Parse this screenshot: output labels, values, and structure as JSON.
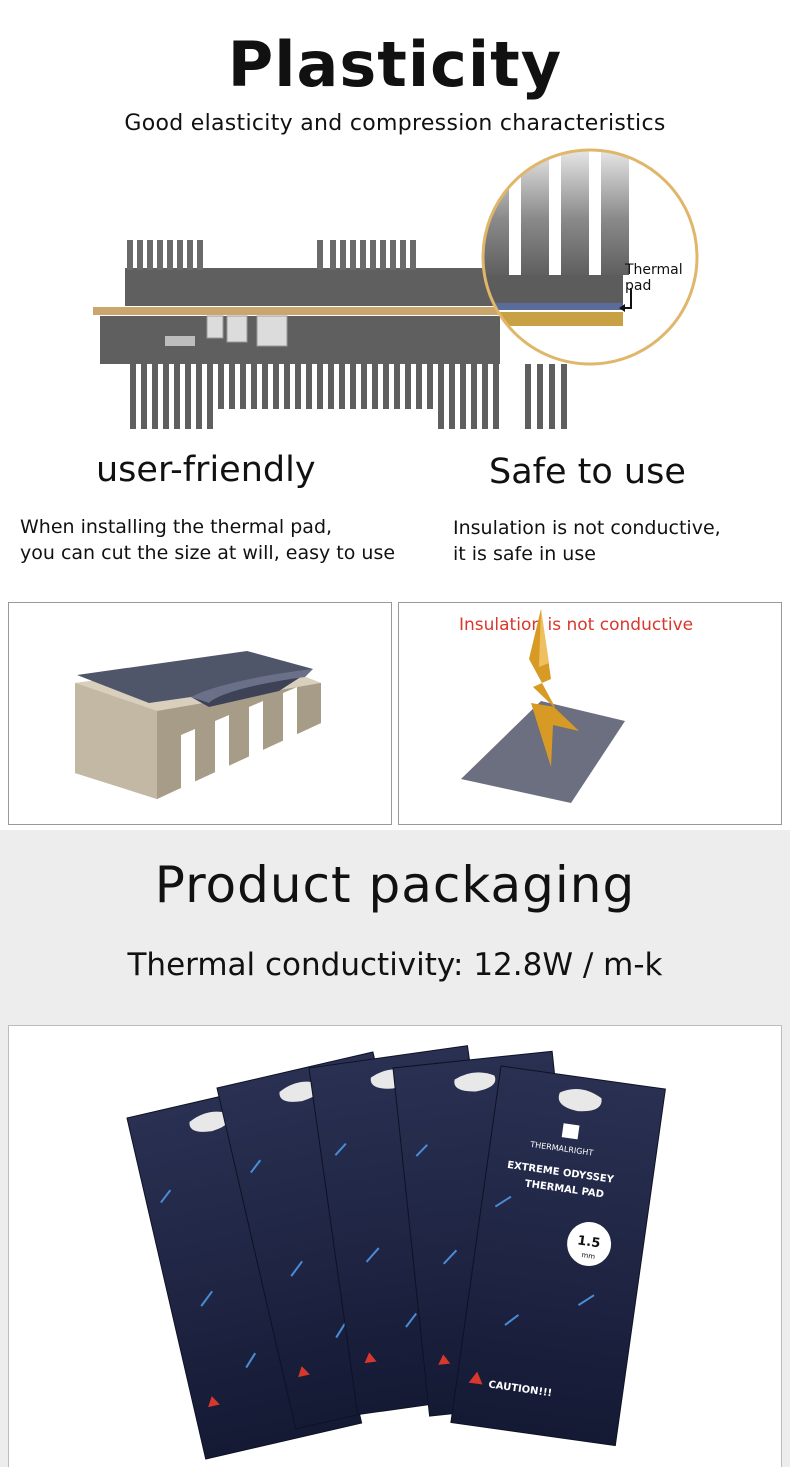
{
  "section_plasticity": {
    "title": "Plasticity",
    "subtitle": "Good elasticity and compression characteristics",
    "callout_label": "Thermal pad"
  },
  "features": {
    "left": {
      "title": "user-friendly",
      "description": "When installing the thermal pad,\nyou can cut the size at will, easy to use"
    },
    "right": {
      "title": "Safe to use",
      "description": "Insulation is not conductive,\nit is safe in use"
    }
  },
  "panels": {
    "right_label": "Insulation is not conductive"
  },
  "section_packaging": {
    "title": "Product packaging",
    "subtitle": "Thermal conductivity: 12.8W / m-k"
  },
  "package_card": {
    "brand": "THERMALRIGHT",
    "product_line": "EXTREME ODYSSEY",
    "product_type": "THERMAL PAD",
    "thickness": "1.5",
    "thickness_unit": "mm",
    "caution": "CAUTION!!!"
  },
  "colors": {
    "heatsink_gray": "#5f5f5f",
    "pcb_gold": "#c9a66b",
    "callout_ring": "#e0b76a",
    "lightning": "#d79a25",
    "pad_blue_gray": "#6b6f80",
    "package_navy": "#1e2440",
    "warning_red": "#d8372b"
  }
}
